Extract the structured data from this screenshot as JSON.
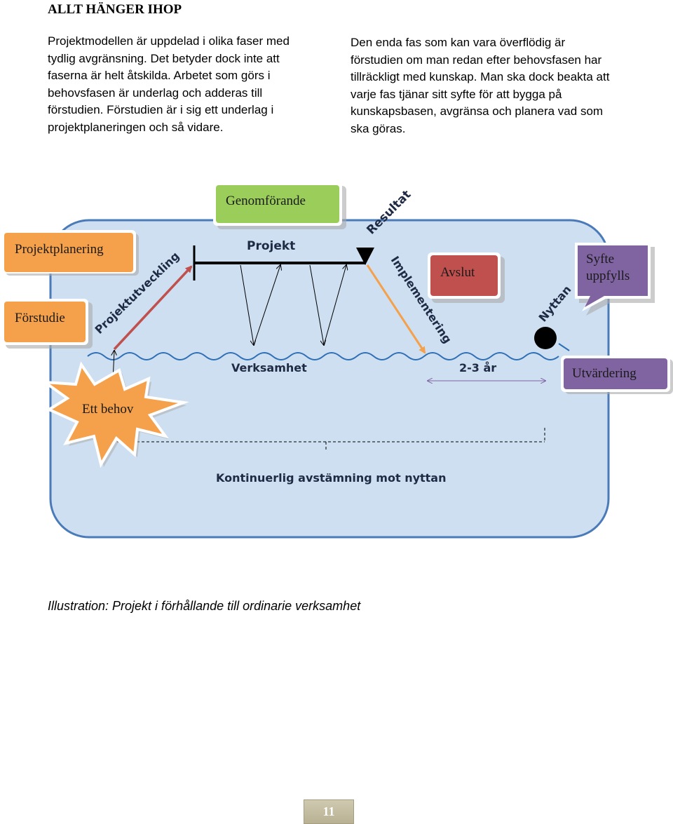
{
  "page": {
    "heading": "ALLT HÄNGER IHOP",
    "paragraph_left": "Projektmodellen är uppdelad i olika faser med tydlig avgränsning. Det betyder dock inte att faserna är helt åtskilda. Arbetet som görs i behovsfasen är underlag och adderas till förstudien. Förstudien är i sig ett underlag i projektplaneringen och så vidare.",
    "paragraph_right": "Den enda fas som kan vara överflödig är förstudien om man redan efter behovsfasen har tillräckligt med kunskap. Man ska dock beakta att varje fas tjänar sitt syfte för att bygga på kunskapsbasen, avgränsa och planera vad som ska göras.",
    "caption": "Illustration: Projekt i förhållande till ordinarie verksamhet",
    "page_number": "11"
  },
  "diagram": {
    "boxes": {
      "genomforande": "Genomförande",
      "projektplanering": "Projektplanering",
      "forstudie": "Förstudie",
      "avslut": "Avslut",
      "syfte_line1": "Syfte",
      "syfte_line2": "uppfylls",
      "utvardering": "Utvärdering",
      "ett_behov": "Ett behov"
    },
    "labels": {
      "projekt": "Projekt",
      "resultat": "Resultat",
      "projektutveckling": "Projektutveckling",
      "implementering": "Implementering",
      "nyttan": "Nyttan",
      "verksamhet": "Verksamhet",
      "duration": "2-3 år",
      "kontinuerlig": "Kontinuerlig avstämning mot nyttan"
    },
    "colors": {
      "panel_fill": "#cddff0",
      "panel_border": "#4a7ab8",
      "green_box": "#9acd5a",
      "orange_box": "#f5a04a",
      "red_box": "#c0504d",
      "purple_box": "#8064a2",
      "wave": "#2e6fb5",
      "red_arrow": "#c0504d",
      "orange_arrow": "#f5a04a",
      "duration_arrow": "#8064a2"
    }
  }
}
